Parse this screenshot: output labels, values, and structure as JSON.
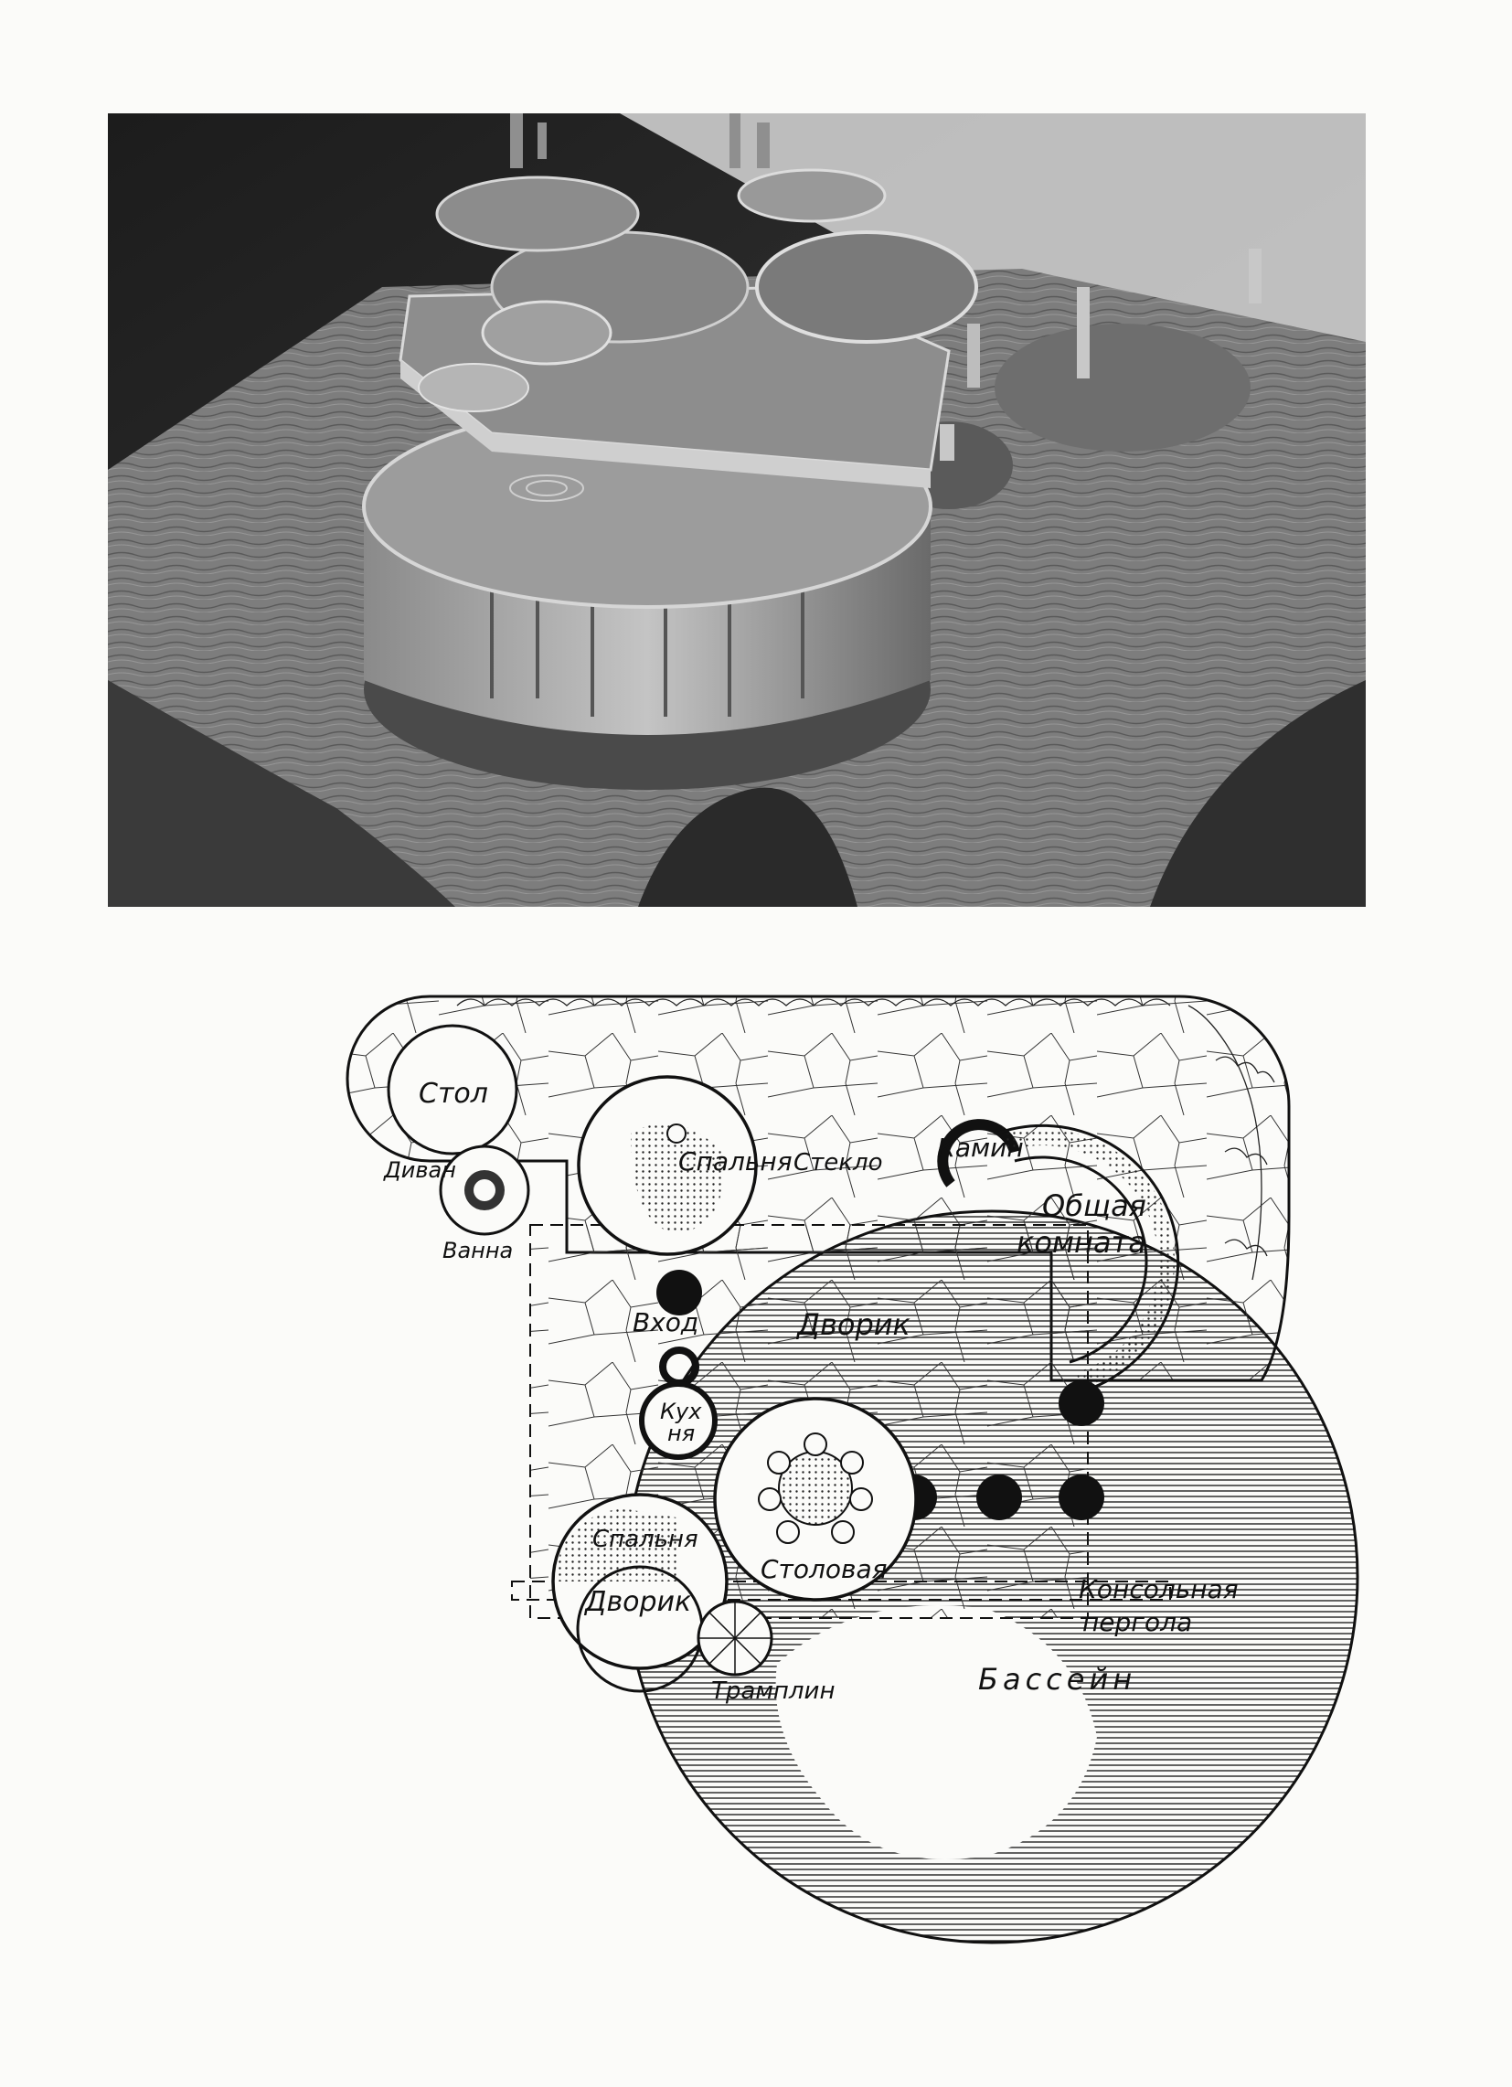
{
  "plan": {
    "labels": {
      "stol": "Стол",
      "divan": "Диван",
      "vanna": "Ванна",
      "spalnya_top": "Спальня",
      "steklo": "Стекло",
      "kamin": "Камин",
      "obshchaya_line1": "Общая",
      "obshchaya_line2": "комната",
      "vkhod": "Вход",
      "dvorik_center": "Дворик",
      "kukhnya_line1": "Кух",
      "kukhnya_line2": "ня",
      "stolovaya": "Столовая",
      "spalnya_bottom": "Спальня",
      "dvorik_bottom": "Дворик",
      "konsolnaya_line1": "Консольная",
      "konsolnaya_line2": "пергола",
      "tramplin": "Трамплин",
      "bassein": "Бассейн"
    }
  }
}
